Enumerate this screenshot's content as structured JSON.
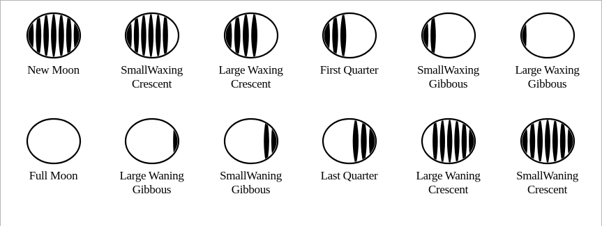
{
  "rows": [
    {
      "phases": [
        {
          "id": "new-moon",
          "icon": "new-moon-icon",
          "label": [
            "New Moon"
          ],
          "stripes": [
            {
              "x": 0,
              "w": 1
            }
          ]
        },
        {
          "id": "small-waxing-crescent",
          "icon": "small-waxing-crescent-icon",
          "label": [
            "SmallWaxing",
            "Crescent"
          ],
          "stripes": [
            {
              "x": 0,
              "w": 0.82
            }
          ]
        },
        {
          "id": "large-waxing-crescent",
          "icon": "large-waxing-crescent-icon",
          "label": [
            "Large Waxing",
            "Crescent"
          ],
          "stripes": [
            {
              "x": 0,
              "w": 0.64
            }
          ]
        },
        {
          "id": "first-quarter",
          "icon": "first-quarter-icon",
          "label": [
            "First Quarter"
          ],
          "stripes": [
            {
              "x": 0,
              "w": 0.46
            }
          ]
        },
        {
          "id": "small-waxing-gibbous",
          "icon": "small-waxing-gibbous-icon",
          "label": [
            "SmallWaxing",
            "Gibbous"
          ],
          "stripes": [
            {
              "x": 0,
              "w": 0.28
            }
          ]
        },
        {
          "id": "large-waxing-gibbous",
          "icon": "large-waxing-gibbous-icon",
          "label": [
            "Large Waxing",
            "Gibbous"
          ],
          "stripes": [
            {
              "x": 0,
              "w": 0.12
            }
          ]
        }
      ]
    },
    {
      "phases": [
        {
          "id": "full-moon",
          "icon": "full-moon-icon",
          "label": [
            "Full Moon"
          ],
          "stripes": []
        },
        {
          "id": "large-waning-gibbous",
          "icon": "large-waning-gibbous-icon",
          "label": [
            "Large Waning",
            "Gibbous"
          ],
          "stripes": [
            {
              "x": 0.88,
              "w": 0.12
            }
          ]
        },
        {
          "id": "small-waning-gibbous",
          "icon": "small-waning-gibbous-icon",
          "label": [
            "SmallWaning",
            "Gibbous"
          ],
          "stripes": [
            {
              "x": 0.72,
              "w": 0.28
            }
          ]
        },
        {
          "id": "last-quarter",
          "icon": "last-quarter-icon",
          "label": [
            "Last Quarter"
          ],
          "stripes": [
            {
              "x": 0.54,
              "w": 0.46
            }
          ]
        },
        {
          "id": "large-waning-crescent",
          "icon": "large-waning-crescent-icon",
          "label": [
            "Large Waning",
            "Crescent"
          ],
          "stripes": [
            {
              "x": 0.18,
              "w": 0.82
            }
          ]
        },
        {
          "id": "small-waning-crescent",
          "icon": "small-waning-crescent-icon",
          "label": [
            "SmallWaning",
            "Crescent"
          ],
          "stripes": [
            {
              "x": 0,
              "w": 1
            }
          ]
        }
      ]
    }
  ]
}
